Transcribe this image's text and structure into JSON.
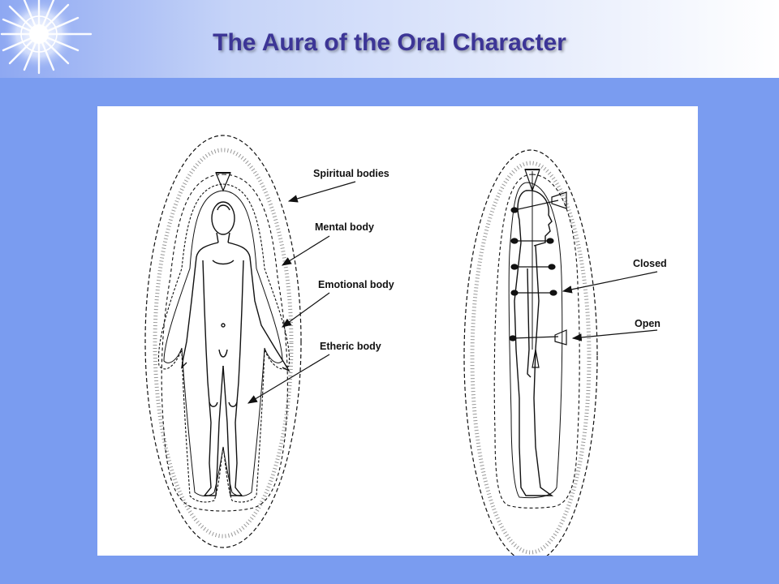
{
  "slide": {
    "title": "The Aura of the Oral Character"
  },
  "figure": {
    "left_labels": {
      "spiritual": "Spiritual bodies",
      "mental": "Mental body",
      "emotional": "Emotional body",
      "etheric": "Etheric body"
    },
    "right_labels": {
      "closed": "Closed",
      "open": "Open"
    }
  },
  "colors": {
    "background": "#7a9cf0",
    "title": "#3c3596",
    "figure_bg": "#ffffff"
  }
}
